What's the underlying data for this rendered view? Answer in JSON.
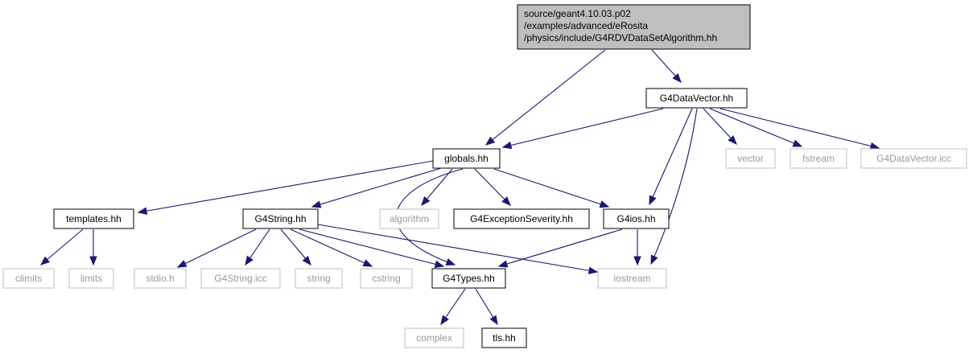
{
  "diagram": {
    "nodes": {
      "main": {
        "lines": [
          "source/geant4.10.03.p02",
          "/examples/advanced/eRosita",
          "/physics/include/G4RDVDataSetAlgorithm.hh"
        ],
        "kind": "main"
      },
      "datavector": {
        "label": "G4DataVector.hh",
        "kind": "local"
      },
      "globals": {
        "label": "globals.hh",
        "kind": "local"
      },
      "vector": {
        "label": "vector",
        "kind": "ext"
      },
      "fstream": {
        "label": "fstream",
        "kind": "ext"
      },
      "datavector_icc": {
        "label": "G4DataVector.icc",
        "kind": "ext"
      },
      "templates": {
        "label": "templates.hh",
        "kind": "local"
      },
      "g4string": {
        "label": "G4String.hh",
        "kind": "local"
      },
      "algorithm": {
        "label": "algorithm",
        "kind": "ext"
      },
      "exception": {
        "label": "G4ExceptionSeverity.hh",
        "kind": "local"
      },
      "g4ios": {
        "label": "G4ios.hh",
        "kind": "local"
      },
      "climits": {
        "label": "climits",
        "kind": "ext"
      },
      "limits": {
        "label": "limits",
        "kind": "ext"
      },
      "stdio": {
        "label": "stdio.h",
        "kind": "ext"
      },
      "g4string_icc": {
        "label": "G4String.icc",
        "kind": "ext"
      },
      "string": {
        "label": "string",
        "kind": "ext"
      },
      "cstring": {
        "label": "cstring",
        "kind": "ext"
      },
      "g4types": {
        "label": "G4Types.hh",
        "kind": "local"
      },
      "iostream": {
        "label": "iostream",
        "kind": "ext"
      },
      "complex": {
        "label": "complex",
        "kind": "ext"
      },
      "tls": {
        "label": "tls.hh",
        "kind": "local"
      }
    },
    "edges": [
      [
        "main",
        "datavector"
      ],
      [
        "main",
        "globals"
      ],
      [
        "datavector",
        "globals"
      ],
      [
        "datavector",
        "vector"
      ],
      [
        "datavector",
        "fstream"
      ],
      [
        "datavector",
        "datavector_icc"
      ],
      [
        "datavector",
        "g4ios"
      ],
      [
        "datavector",
        "iostream"
      ],
      [
        "globals",
        "templates"
      ],
      [
        "globals",
        "g4string"
      ],
      [
        "globals",
        "algorithm"
      ],
      [
        "globals",
        "exception"
      ],
      [
        "globals",
        "g4ios"
      ],
      [
        "globals",
        "g4types"
      ],
      [
        "templates",
        "climits"
      ],
      [
        "templates",
        "limits"
      ],
      [
        "g4string",
        "stdio"
      ],
      [
        "g4string",
        "g4string_icc"
      ],
      [
        "g4string",
        "string"
      ],
      [
        "g4string",
        "cstring"
      ],
      [
        "g4string",
        "g4types"
      ],
      [
        "g4string",
        "iostream"
      ],
      [
        "g4ios",
        "g4types"
      ],
      [
        "g4ios",
        "iostream"
      ],
      [
        "g4types",
        "complex"
      ],
      [
        "g4types",
        "tls"
      ]
    ],
    "colors": {
      "edge": "#191970",
      "main_fill": "#bfbfbf",
      "external_border": "#bfbfbf",
      "external_text": "#9a9a9a"
    }
  }
}
